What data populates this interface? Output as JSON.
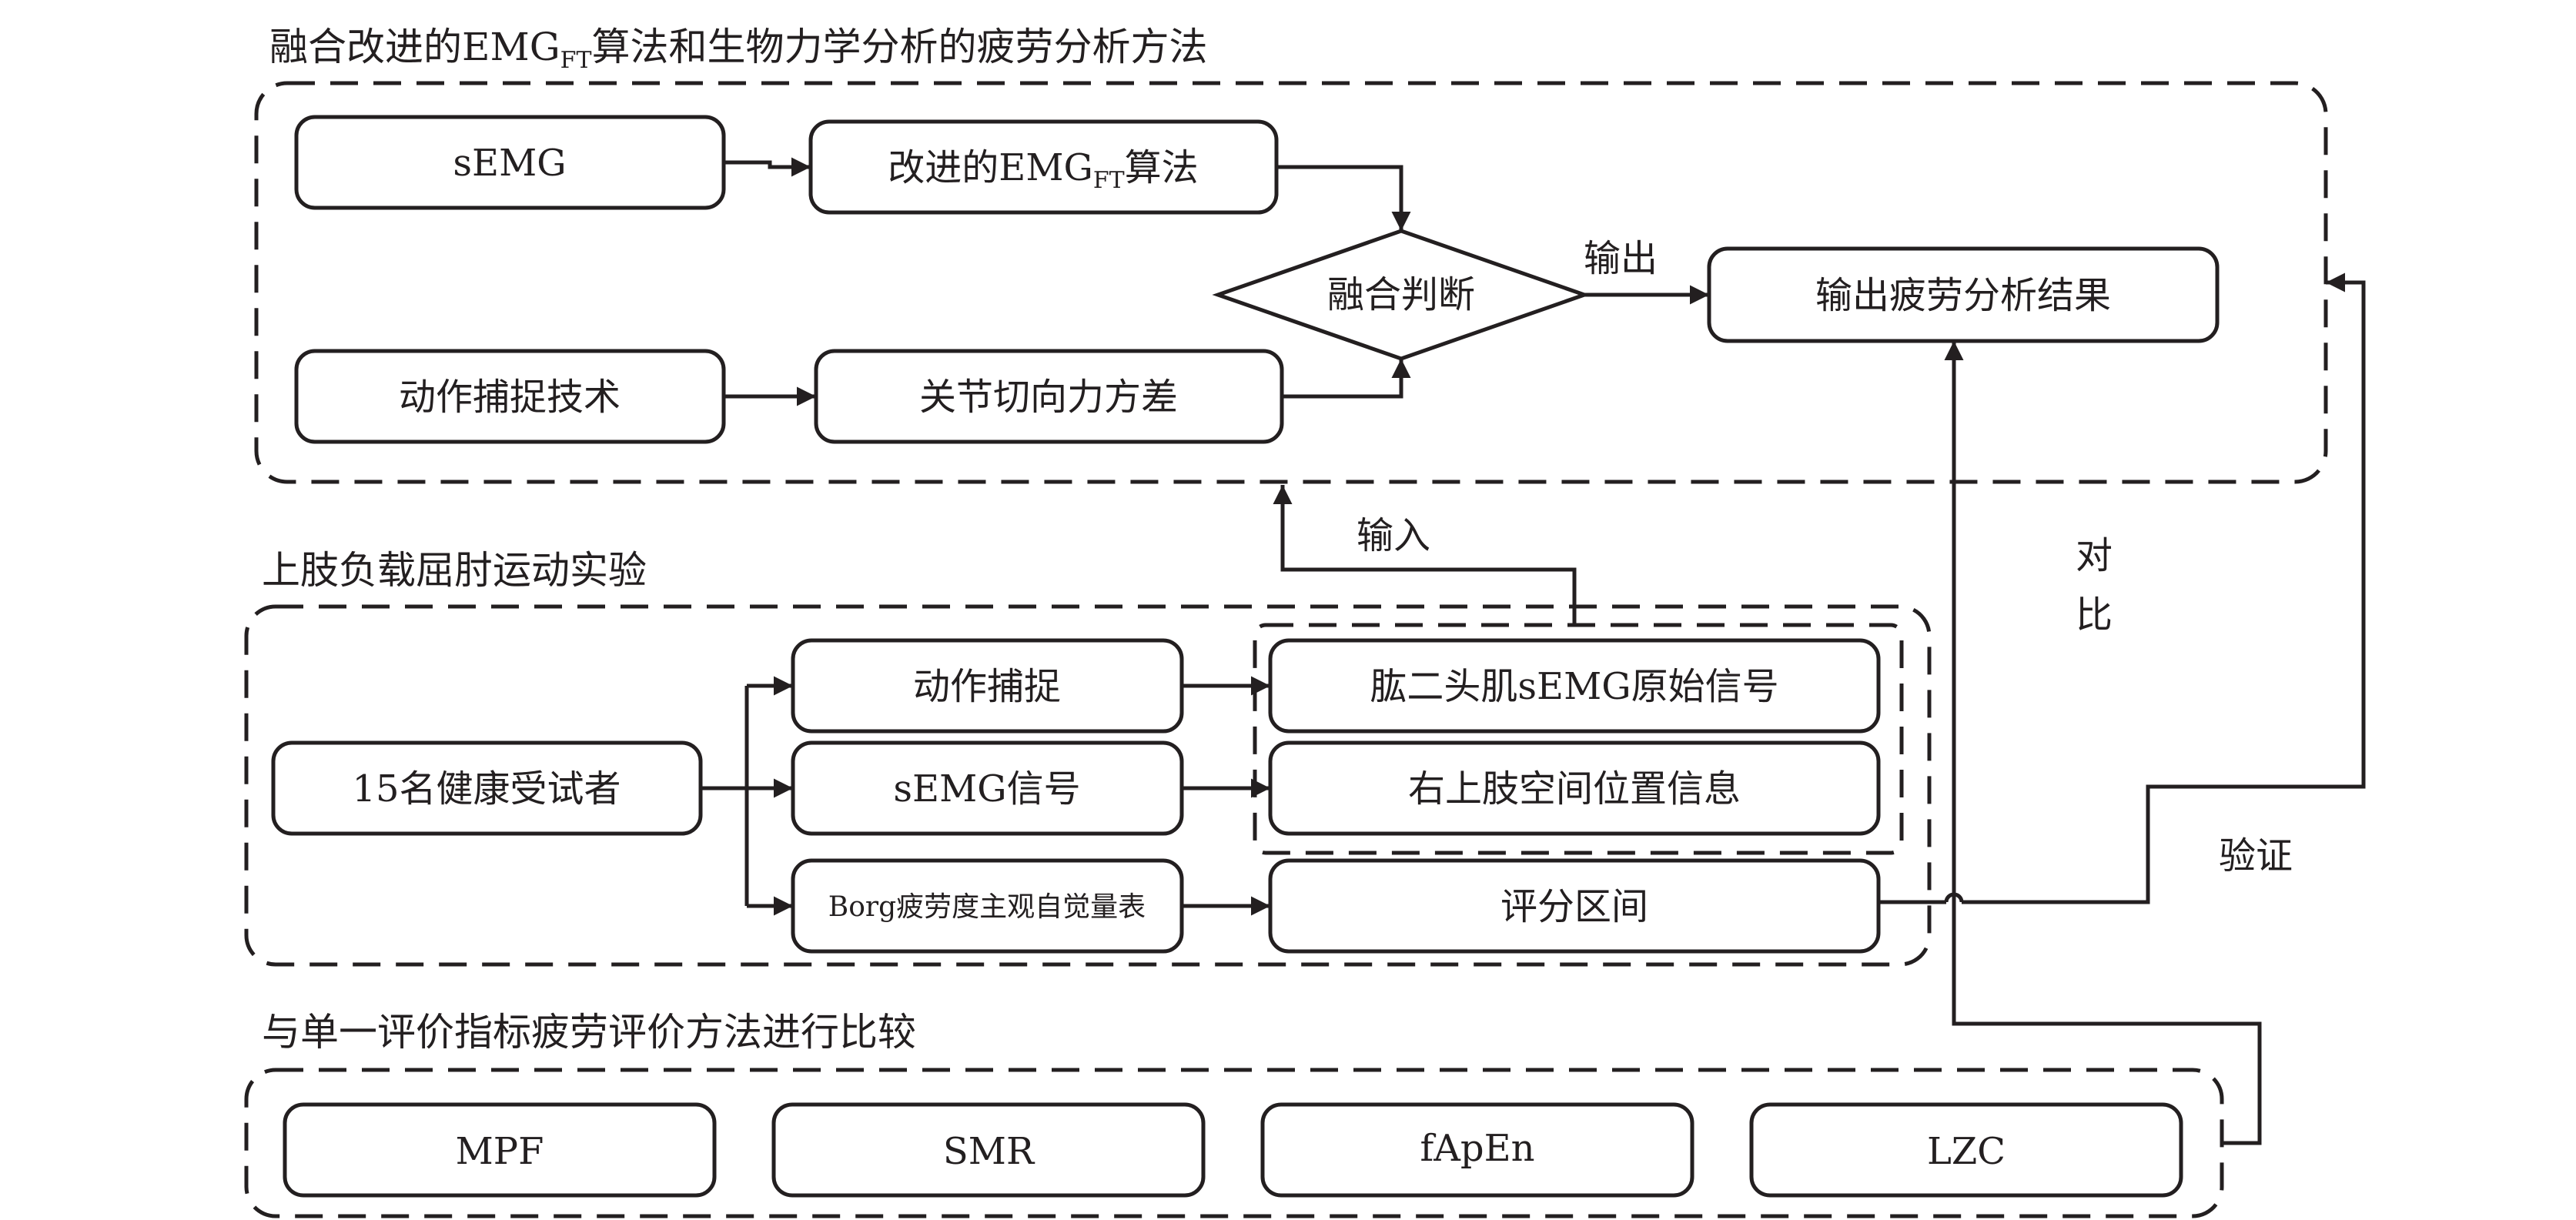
{
  "groups": {
    "method": {
      "title": "融合改进的EMG",
      "title_sub": "FT",
      "title_rest": "算法和生物力学分析的疲劳分析方法"
    },
    "experiment": {
      "title": "上肢负载屈肘运动实验"
    },
    "compare": {
      "title": "与单一评价指标疲劳评价方法进行比较"
    }
  },
  "nodes": {
    "semg": "sEMG",
    "improved": {
      "main": "改进的EMG",
      "sub": "FT",
      "rest": "算法"
    },
    "fusion": "融合判断",
    "result": "输出疲劳分析结果",
    "motion_capture_tech": "动作捕捉技术",
    "joint_variance": "关节切向力方差",
    "subjects": "15名健康受试者",
    "motion_capture": "动作捕捉",
    "semg_signal": "sEMG信号",
    "borg": "Borg疲劳度主观自觉量表",
    "biceps": "肱二头肌sEMG原始信号",
    "position": "右上肢空间位置信息",
    "score": "评分区间",
    "mpf": "MPF",
    "smr": "SMR",
    "fapen": "fApEn",
    "lzc": "LZC"
  },
  "edge_labels": {
    "output": "输出",
    "input": "输入",
    "compare_1": "对",
    "compare_2": "比",
    "verify": "验证"
  },
  "colors": {
    "stroke": "#231f20",
    "background": "#ffffff"
  }
}
